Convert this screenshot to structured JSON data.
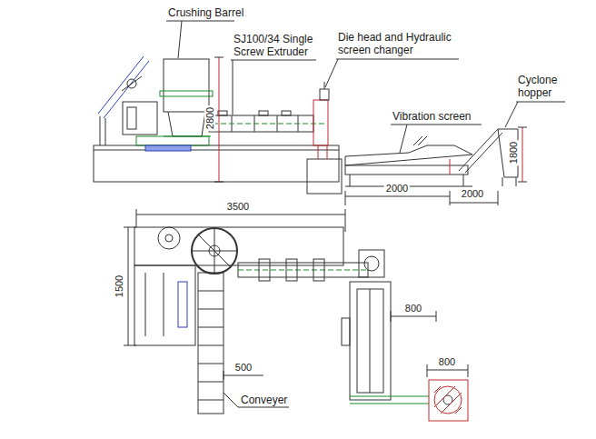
{
  "diagram": {
    "labels": [
      "Crushing Barrel",
      "SJ100/34 Single Screw Extruder",
      "Die head and Hydraulic screen changer",
      "Vibration screen",
      "Cyclone hopper",
      "2800",
      "1800",
      "2000",
      "2000",
      "3500",
      "1500",
      "800",
      "800",
      "500",
      "Conveyer"
    ]
  }
}
